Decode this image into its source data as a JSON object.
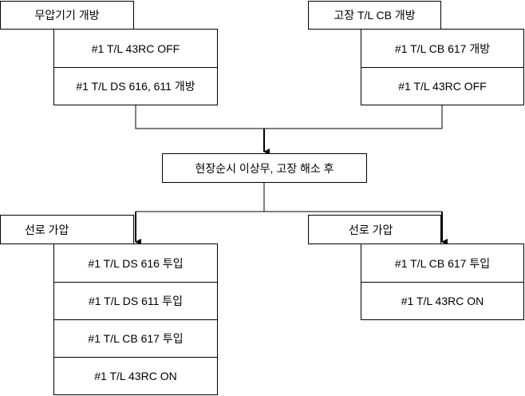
{
  "left_branch": {
    "title": "무압기기 개방",
    "steps": [
      "#1 T/L 43RC OFF",
      "#1 T/L DS 616, 611 개방"
    ]
  },
  "right_branch": {
    "title": "고장 T/L CB 개방",
    "steps": [
      "#1 T/L CB 617 개방",
      "#1 T/L 43RC OFF"
    ]
  },
  "merge": {
    "label": "현장순시 이상무, 고장 해소 후"
  },
  "bottom_left": {
    "title": "선로 가압",
    "steps": [
      "#1 T/L DS 616 투입",
      "#1 T/L DS 611 투입",
      "#1 T/L CB 617 투입",
      "#1 T/L 43RC ON"
    ]
  },
  "bottom_right": {
    "title": "선로 가압",
    "steps": [
      "#1 T/L CB 617 투입",
      "#1 T/L 43RC ON"
    ]
  }
}
